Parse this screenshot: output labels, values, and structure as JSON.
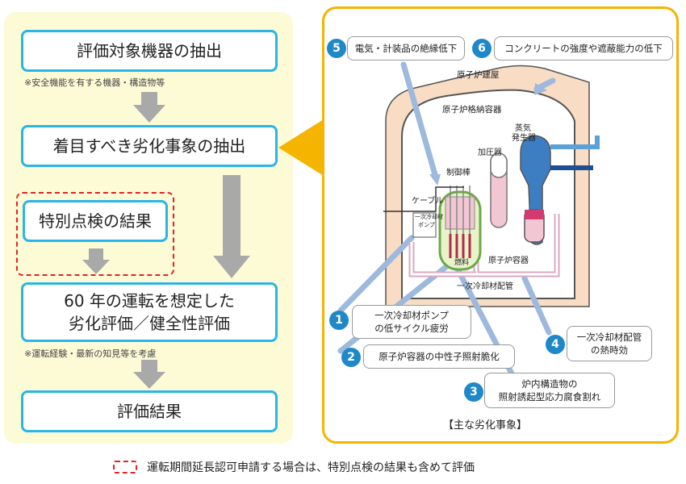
{
  "flow": {
    "step1": "評価対象機器の抽出",
    "note1": "※安全機能を有する機器・構造物等",
    "step2": "着目すべき劣化事象の抽出",
    "special": "特別点検の結果",
    "step3_line1": "60 年の運転を想定した",
    "step3_line2": "劣化評価／健全性評価",
    "note2": "※運転経験・最新の知見等を考慮",
    "step4": "評価結果"
  },
  "degradation": {
    "title": "【主な劣化事象】",
    "items": [
      {
        "num": "1",
        "line1": "一次冷却材ポンプ",
        "line2": "の低サイクル疲労"
      },
      {
        "num": "2",
        "line1": "原子炉容器の中性子照射脆化",
        "line2": ""
      },
      {
        "num": "3",
        "line1": "炉内構造物の",
        "line2": "照射誘起型応力腐食割れ"
      },
      {
        "num": "4",
        "line1": "一次冷却材配管",
        "line2": "の熱時効"
      },
      {
        "num": "5",
        "line1": "電気・計装品の絶縁低下",
        "line2": ""
      },
      {
        "num": "6",
        "line1": "コンクリートの強度や遮蔽能力の低下",
        "line2": ""
      }
    ]
  },
  "plant": {
    "building": "原子炉建屋",
    "containment": "原子炉格納容器",
    "sg1": "蒸気",
    "sg2": "発生器",
    "pressurizer": "加圧器",
    "control_rod": "制御棒",
    "cable": "ケーブル",
    "pump1": "一次冷却材",
    "pump2": "ポンプ",
    "fuel": "燃料",
    "vessel": "原子炉容器",
    "piping": "一次冷却材配管"
  },
  "footer": "運転期間延長認可申請する場合は、特別点検の結果も含めて評価",
  "colors": {
    "flow_border": "#29b5e8",
    "panel_bg": "#fdfbd6",
    "accent": "#f5b400",
    "dashed": "#e0242a",
    "number_bg": "#1f88c9"
  }
}
